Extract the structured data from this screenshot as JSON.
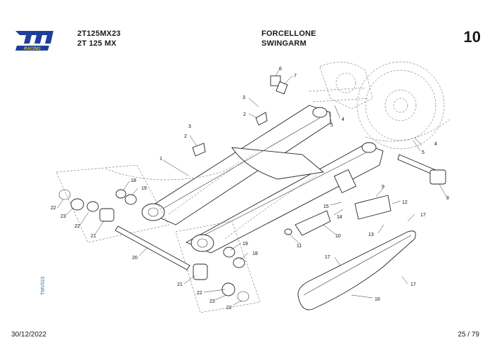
{
  "brand": {
    "logo_text": "tm",
    "logo_subtext": "RACING"
  },
  "header": {
    "model_code": "2T125MX23",
    "model_name": "2T 125 MX",
    "title_it": "FORCELLONE",
    "title_en": "SWINGARM",
    "page_number": "10"
  },
  "side_code": "TMV023",
  "footer": {
    "date": "30/12/2022",
    "page": "25 / 79"
  },
  "callouts": [
    "1",
    "2",
    "2",
    "3",
    "3",
    "4",
    "4",
    "5",
    "5",
    "6",
    "7",
    "8",
    "9",
    "10",
    "11",
    "12",
    "13",
    "14",
    "15",
    "16",
    "17",
    "17",
    "17",
    "18",
    "18",
    "19",
    "19",
    "20",
    "21",
    "21",
    "22",
    "22",
    "22",
    "22",
    "23",
    "23"
  ]
}
